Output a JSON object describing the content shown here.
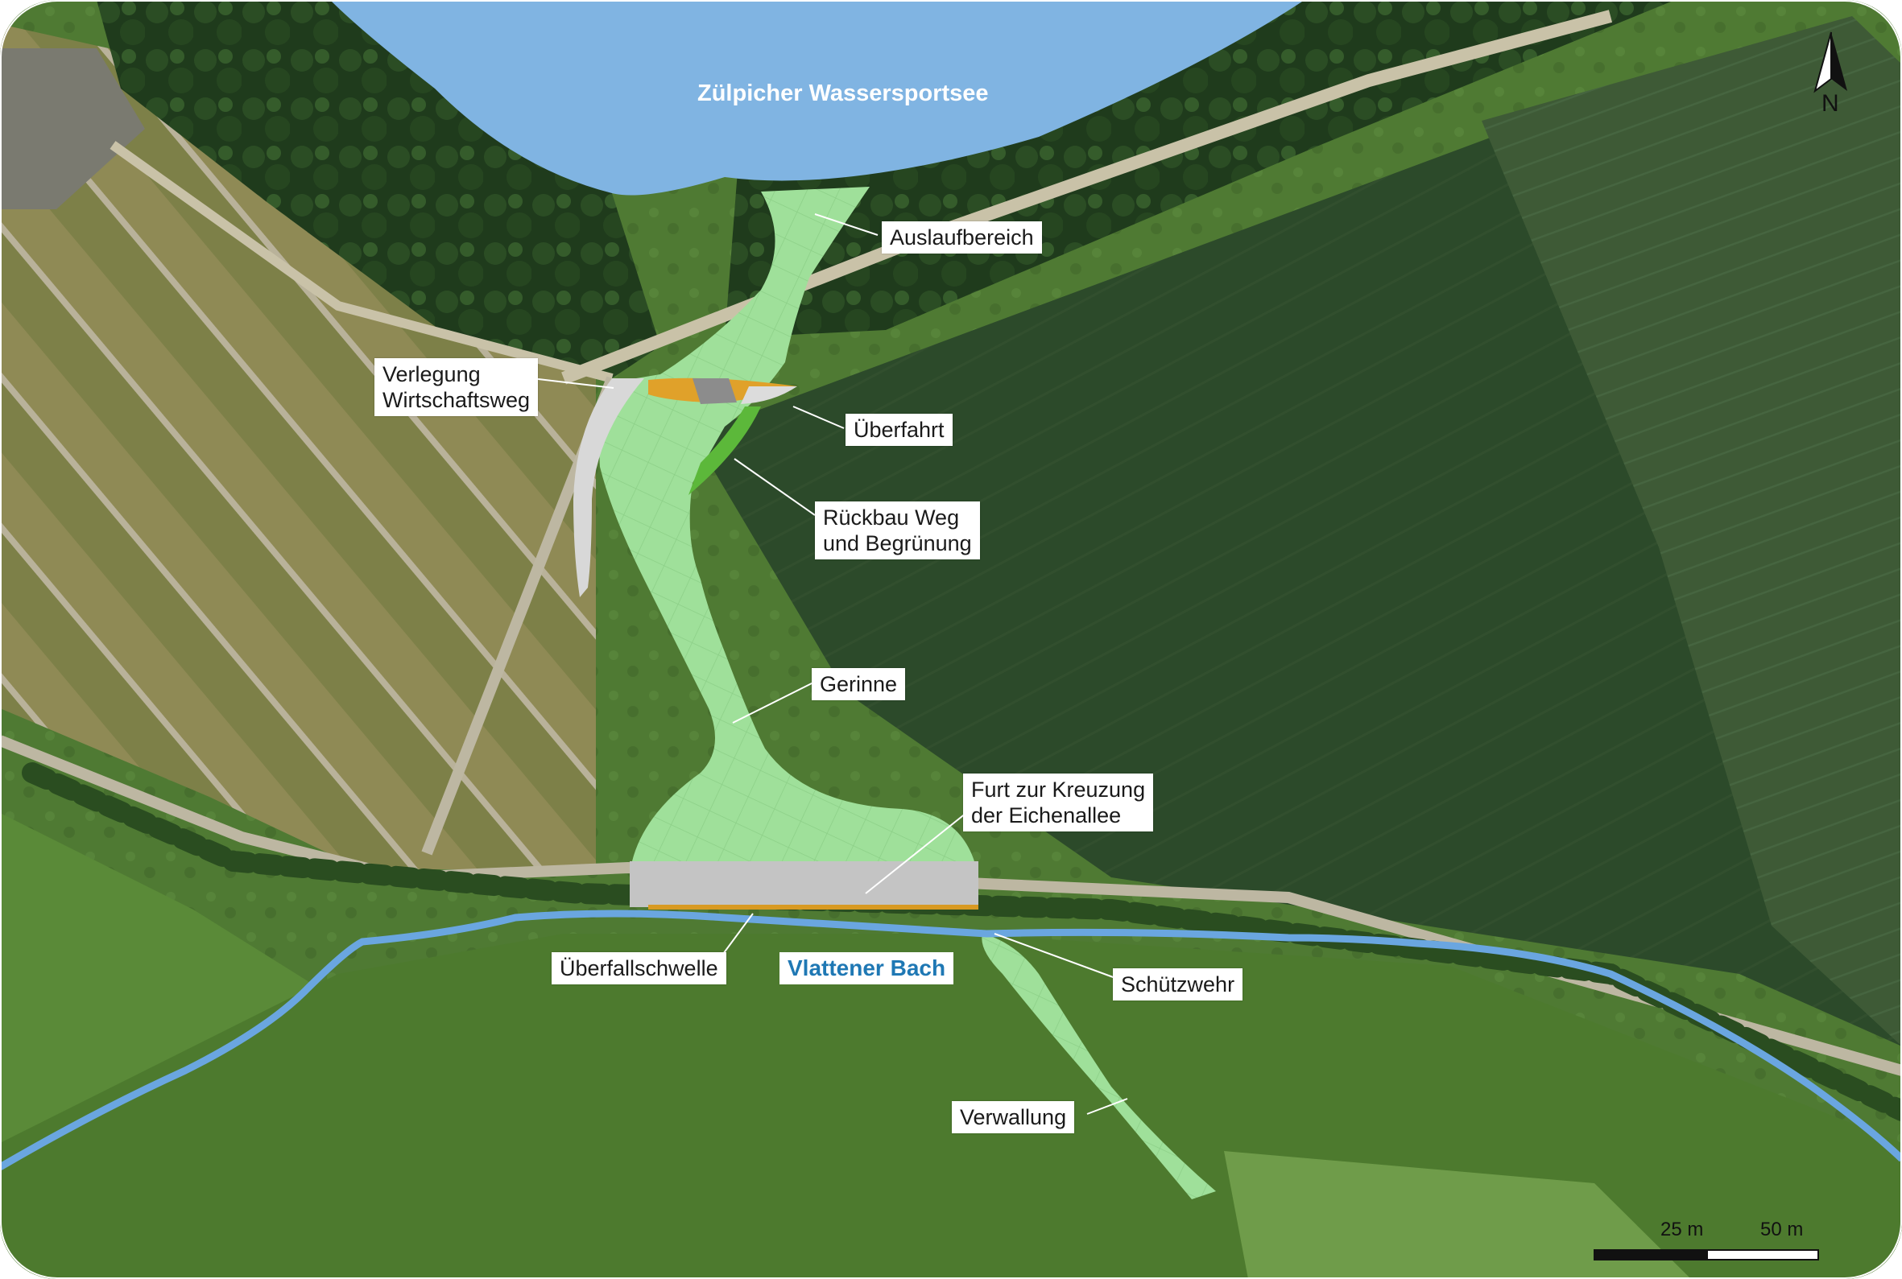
{
  "lake": {
    "name": "Zülpicher Wassersportsee",
    "color": "#80b4e2"
  },
  "stream": {
    "name": "Vlattener Bach",
    "color": "#6aa6e0"
  },
  "project_color": "#9fe09a",
  "labels": {
    "auslauf": "Auslaufbereich",
    "verlegung": "Verlegung\nWirtschaftsweg",
    "ueberfahrt": "Überfahrt",
    "rueckbau": "Rückbau Weg\nund Begrünung",
    "gerinne": "Gerinne",
    "furt": "Furt zur Kreuzung\nder Eichenallee",
    "ueberfallschwelle": "Überfallschwelle",
    "schuetzwehr": "Schützwehr",
    "verwallung": "Verwallung"
  },
  "north_arrow": {
    "label": "N",
    "icon": "north-arrow-icon"
  },
  "scale_bar": {
    "ticks": [
      "25 m",
      "50 m"
    ]
  }
}
